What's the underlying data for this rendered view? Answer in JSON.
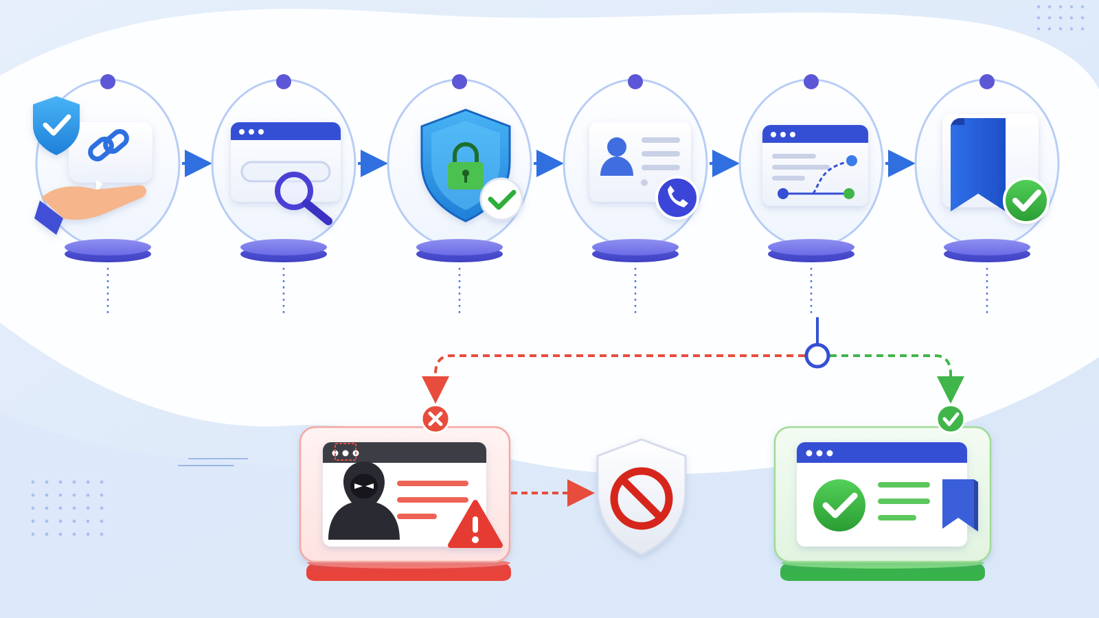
{
  "diagram": {
    "type": "link-verification-flow",
    "steps": [
      {
        "id": "receive-link",
        "icon": "shield-check-link-hand-icon"
      },
      {
        "id": "inspect-url",
        "icon": "browser-search-icon"
      },
      {
        "id": "check-security",
        "icon": "shield-lock-check-icon"
      },
      {
        "id": "verify-sender",
        "icon": "contact-card-phone-icon"
      },
      {
        "id": "trace-redirects",
        "icon": "browser-route-icon"
      },
      {
        "id": "save-trusted",
        "icon": "bookmark-check-icon"
      }
    ],
    "branches": {
      "unsafe": {
        "color": "#e74c3c",
        "icon": "hacker-warning-browser-icon",
        "marker": "x-circle-icon",
        "result_icon": "blocked-shield-icon"
      },
      "safe": {
        "color": "#3fb54a",
        "icon": "verified-browser-bookmark-icon",
        "marker": "check-circle-icon"
      }
    },
    "colors": {
      "accent": "#3b5bdb",
      "arrow": "#2f6fe0",
      "pedestal": "#5b5fe0",
      "danger": "#e74c3c",
      "success": "#3fb54a"
    }
  }
}
